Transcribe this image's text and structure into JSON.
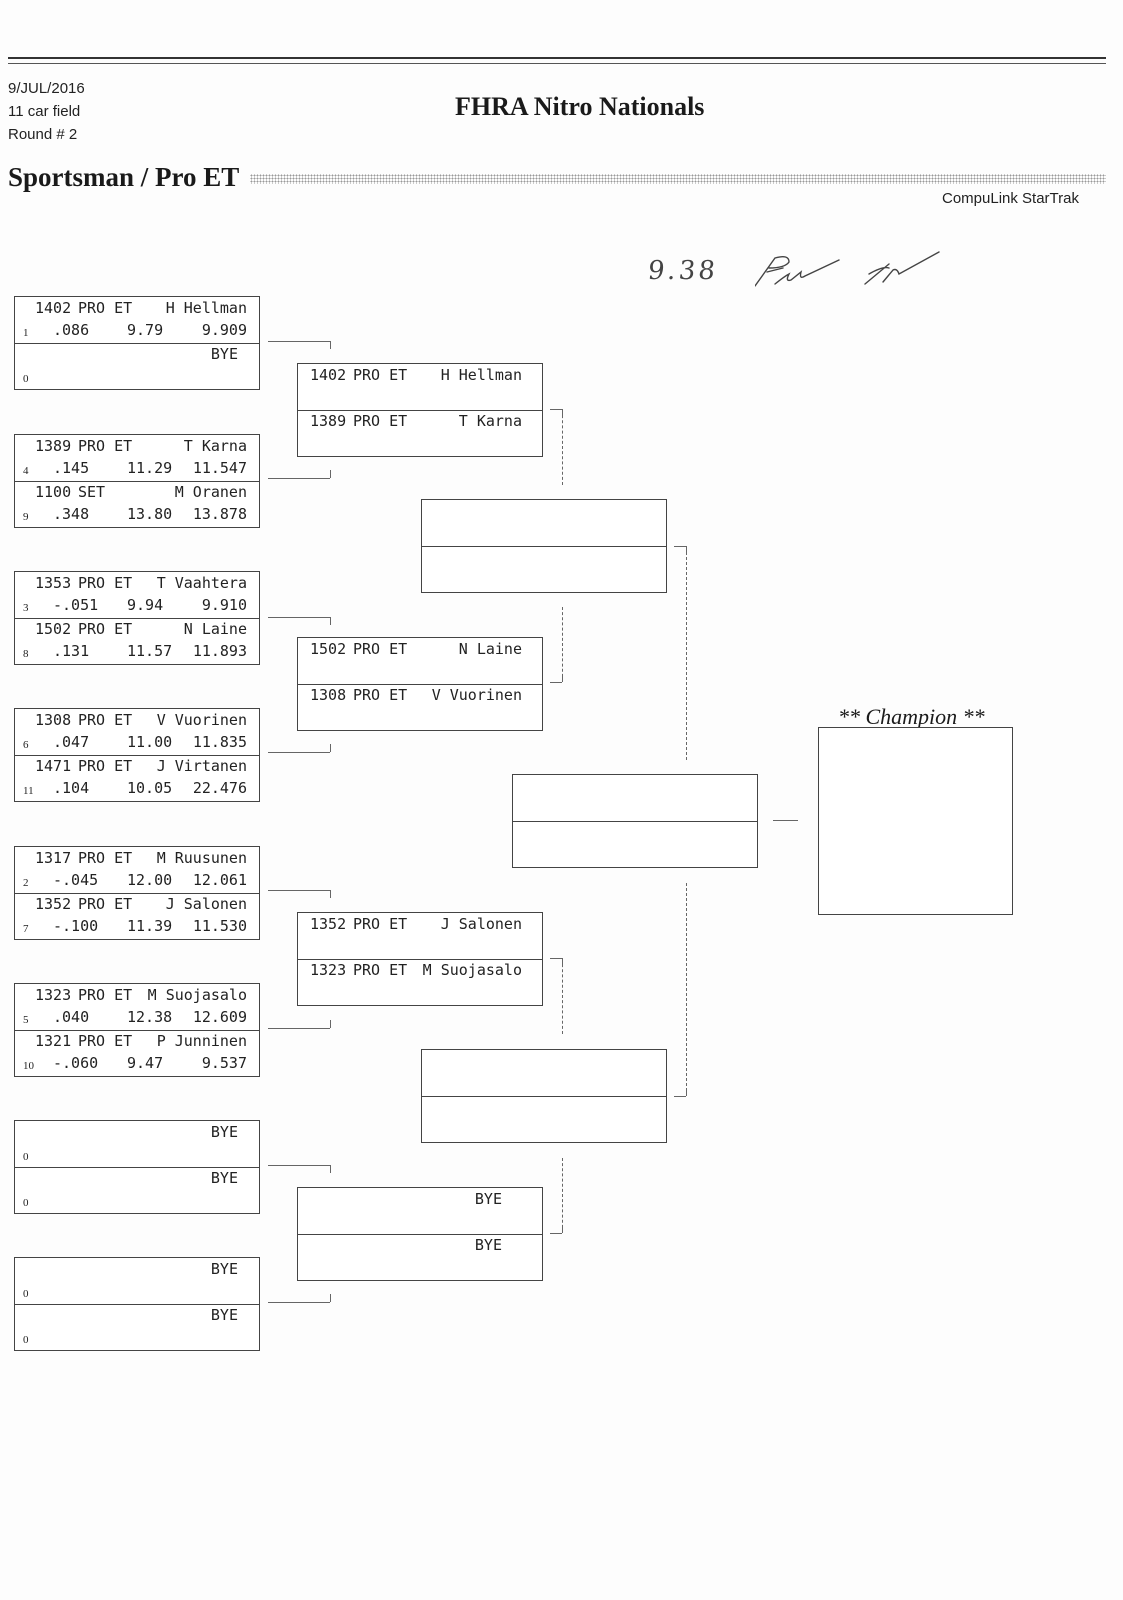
{
  "header": {
    "date": "9/JUL/2016",
    "field": "11 car field",
    "round": "Round # 2",
    "event_title": "FHRA Nitro Nationals",
    "class_title": "Sportsman / Pro ET",
    "brand": "CompuLink StarTrak",
    "handwritten_note": "9.38",
    "signature": "Pettu Af"
  },
  "round1": [
    {
      "top": {
        "car": "1402",
        "cls": "PRO ET",
        "name": "H Hellman",
        "lane": "1",
        "rt": ".086",
        "dial": "9.79",
        "et": "9.909"
      },
      "bot": {
        "car": "",
        "cls": "",
        "name": "BYE",
        "lane": "0",
        "rt": "",
        "dial": "",
        "et": ""
      }
    },
    {
      "top": {
        "car": "1389",
        "cls": "PRO ET",
        "name": "T Karna",
        "lane": "4",
        "rt": ".145",
        "dial": "11.29",
        "et": "11.547"
      },
      "bot": {
        "car": "1100",
        "cls": "SET",
        "name": "M Oranen",
        "lane": "9",
        "rt": ".348",
        "dial": "13.80",
        "et": "13.878"
      }
    },
    {
      "top": {
        "car": "1353",
        "cls": "PRO ET",
        "name": "T Vaahtera",
        "lane": "3",
        "rt": "-.051",
        "dial": "9.94",
        "et": "9.910"
      },
      "bot": {
        "car": "1502",
        "cls": "PRO ET",
        "name": "N Laine",
        "lane": "8",
        "rt": ".131",
        "dial": "11.57",
        "et": "11.893"
      }
    },
    {
      "top": {
        "car": "1308",
        "cls": "PRO ET",
        "name": "V Vuorinen",
        "lane": "6",
        "rt": ".047",
        "dial": "11.00",
        "et": "11.835"
      },
      "bot": {
        "car": "1471",
        "cls": "PRO ET",
        "name": "J Virtanen",
        "lane": "11",
        "rt": ".104",
        "dial": "10.05",
        "et": "22.476"
      }
    },
    {
      "top": {
        "car": "1317",
        "cls": "PRO ET",
        "name": "M Ruusunen",
        "lane": "2",
        "rt": "-.045",
        "dial": "12.00",
        "et": "12.061"
      },
      "bot": {
        "car": "1352",
        "cls": "PRO ET",
        "name": "J Salonen",
        "lane": "7",
        "rt": "-.100",
        "dial": "11.39",
        "et": "11.530"
      }
    },
    {
      "top": {
        "car": "1323",
        "cls": "PRO ET",
        "name": "M Suojasalo",
        "lane": "5",
        "rt": ".040",
        "dial": "12.38",
        "et": "12.609"
      },
      "bot": {
        "car": "1321",
        "cls": "PRO ET",
        "name": "P Junninen",
        "lane": "10",
        "rt": "-.060",
        "dial": "9.47",
        "et": "9.537"
      }
    },
    {
      "top": {
        "car": "",
        "cls": "",
        "name": "BYE",
        "lane": "0",
        "rt": "",
        "dial": "",
        "et": ""
      },
      "bot": {
        "car": "",
        "cls": "",
        "name": "BYE",
        "lane": "0",
        "rt": "",
        "dial": "",
        "et": ""
      }
    },
    {
      "top": {
        "car": "",
        "cls": "",
        "name": "BYE",
        "lane": "0",
        "rt": "",
        "dial": "",
        "et": ""
      },
      "bot": {
        "car": "",
        "cls": "",
        "name": "BYE",
        "lane": "0",
        "rt": "",
        "dial": "",
        "et": ""
      }
    }
  ],
  "round2": [
    {
      "top": {
        "car": "1402",
        "cls": "PRO ET",
        "name": "H Hellman"
      },
      "bot": {
        "car": "1389",
        "cls": "PRO ET",
        "name": "T Karna"
      }
    },
    {
      "top": {
        "car": "1502",
        "cls": "PRO ET",
        "name": "N Laine"
      },
      "bot": {
        "car": "1308",
        "cls": "PRO ET",
        "name": "V Vuorinen"
      }
    },
    {
      "top": {
        "car": "1352",
        "cls": "PRO ET",
        "name": "J Salonen"
      },
      "bot": {
        "car": "1323",
        "cls": "PRO ET",
        "name": "M Suojasalo"
      }
    },
    {
      "top": {
        "car": "",
        "cls": "",
        "name": "BYE"
      },
      "bot": {
        "car": "",
        "cls": "",
        "name": "BYE"
      }
    }
  ],
  "champion": {
    "label": "** Champion **"
  }
}
